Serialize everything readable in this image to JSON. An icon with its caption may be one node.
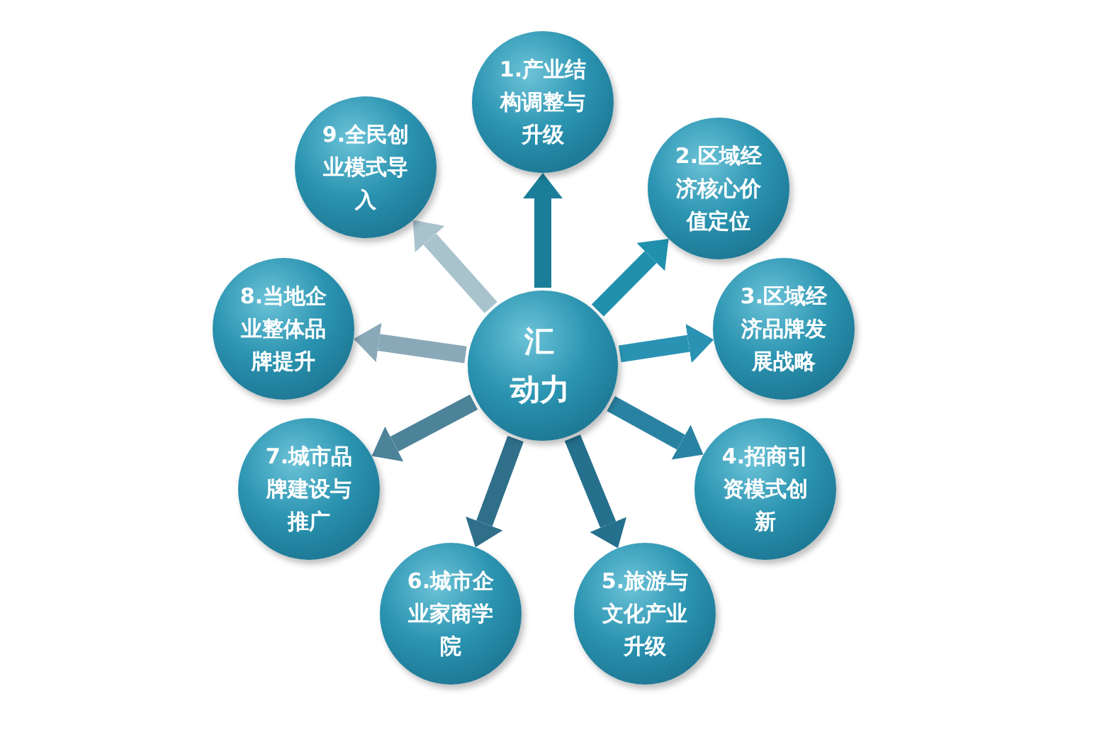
{
  "diagram": {
    "nodes": [
      {
        "text": [
          "汇动力"
        ]
      },
      {
        "text": [
          "1.产业结构调整与升级"
        ]
      },
      {
        "text": [
          "2.区域经济核心价值定位"
        ]
      },
      {
        "text": [
          "3.区域经济品牌发展战略"
        ]
      },
      {
        "text": [
          "4.招商引资模式创新"
        ]
      },
      {
        "text": [
          "5.旅游与文化产业升级"
        ]
      },
      {
        "text": [
          "6.城市企业家商学院"
        ]
      },
      {
        "text": [
          "7.城市品牌建设与推广"
        ]
      },
      {
        "text": [
          "8.当地企业整体品牌提升"
        ]
      },
      {
        "text": [
          "9.全民创业模式导入"
        ]
      }
    ],
    "edges": [
      {
        "from": 0,
        "to": 1,
        "arrow": "to",
        "color": "#1b7e98"
      },
      {
        "from": 0,
        "to": 2,
        "arrow": "to",
        "color": "#2190ad"
      },
      {
        "from": 0,
        "to": 3,
        "arrow": "to",
        "color": "#2a93b3"
      },
      {
        "from": 0,
        "to": 4,
        "arrow": "to",
        "color": "#2a82a2"
      },
      {
        "from": 0,
        "to": 5,
        "arrow": "to",
        "color": "#24708d"
      },
      {
        "from": 0,
        "to": 6,
        "arrow": "to",
        "color": "#2f6f8a"
      },
      {
        "from": 0,
        "to": 7,
        "arrow": "to",
        "color": "#4d8399"
      },
      {
        "from": 0,
        "to": 8,
        "arrow": "to",
        "color": "#8aa9b8"
      },
      {
        "from": 0,
        "to": 9,
        "arrow": "to",
        "color": "#a9c3cd"
      }
    ]
  }
}
